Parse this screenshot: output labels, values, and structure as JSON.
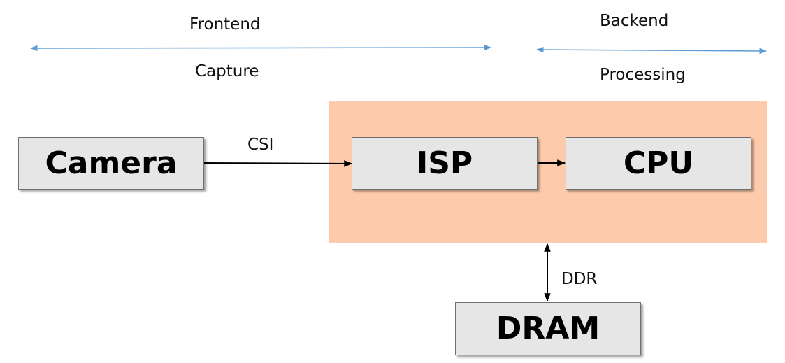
{
  "labels": {
    "frontend": "Frontend",
    "capture": "Capture",
    "backend": "Backend",
    "processing": "Processing",
    "csi": "CSI",
    "ddr": "DDR"
  },
  "blocks": {
    "camera": "Camera",
    "isp": "ISP",
    "cpu": "CPU",
    "dram": "DRAM"
  },
  "colors": {
    "range_arrow": "#5b9bd5",
    "region_fill": "#fdcbab",
    "block_fill": "#e6e6e6",
    "connector": "#000000"
  }
}
